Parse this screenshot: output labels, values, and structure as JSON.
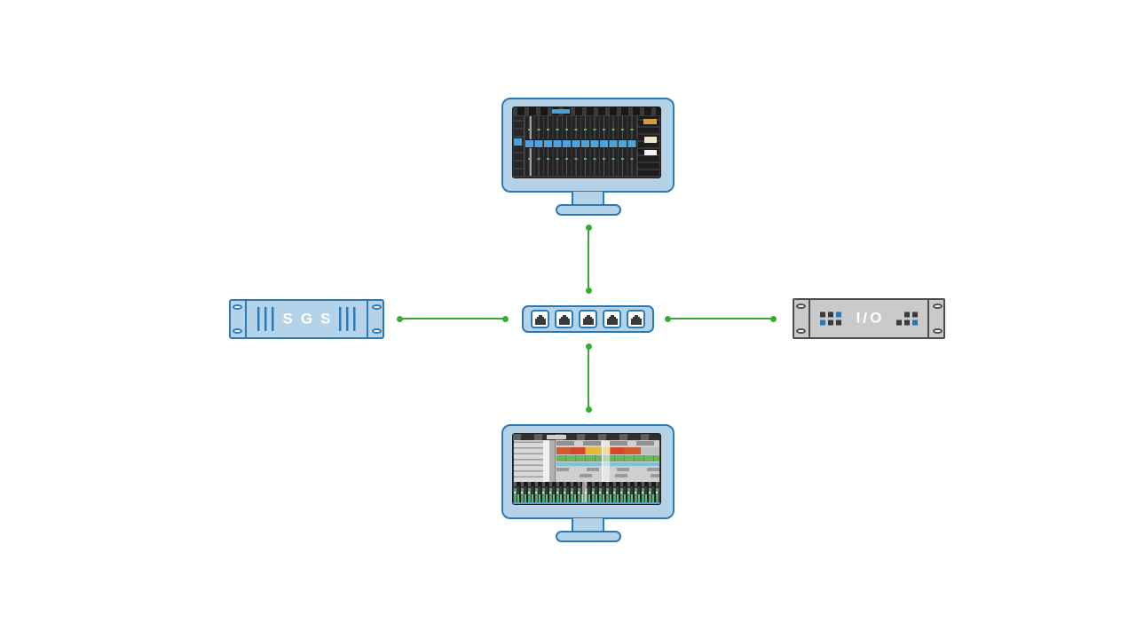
{
  "diagram": {
    "type": "network-topology",
    "background_color": "#ffffff",
    "connector_color": "#3aaa35",
    "nodes": {
      "top_monitor": {
        "kind": "monitor",
        "screen_content": "digital-mixing-console-software",
        "bezel_color": "#b5d3e8",
        "outline_color": "#2a7ab8",
        "screen_color": "#3a3a3a",
        "highlight_color": "#4ea3dc"
      },
      "sgs_unit": {
        "kind": "rack-unit",
        "label": "SGS",
        "body_color": "#b5d3e8",
        "outline_color": "#2a7ab8",
        "label_color": "#ffffff"
      },
      "network_switch": {
        "kind": "ethernet-switch",
        "ports": 5,
        "body_color": "#b5d3e8",
        "outline_color": "#2a7ab8",
        "port_color": "#3a3a3a"
      },
      "io_unit": {
        "kind": "rack-unit",
        "label": "I/O",
        "body_color": "#cacaca",
        "outline_color": "#4d4d4d",
        "label_color": "#ffffff",
        "square_colors": [
          "#3a3a3a",
          "#2878b5"
        ]
      },
      "bottom_monitor": {
        "kind": "monitor",
        "screen_content": "daw-session-software",
        "bezel_color": "#b5d3e8",
        "outline_color": "#2a7ab8",
        "clip_colors": [
          "#cf5b2e",
          "#e8b83a",
          "#69b85e",
          "#85bedd"
        ]
      }
    },
    "connections": [
      {
        "from": "top_monitor",
        "to": "network_switch",
        "style": "line-with-end-dots"
      },
      {
        "from": "sgs_unit",
        "to": "network_switch",
        "style": "line-with-end-dots"
      },
      {
        "from": "io_unit",
        "to": "network_switch",
        "style": "line-with-end-dots"
      },
      {
        "from": "bottom_monitor",
        "to": "network_switch",
        "style": "line-with-end-dots"
      }
    ]
  }
}
